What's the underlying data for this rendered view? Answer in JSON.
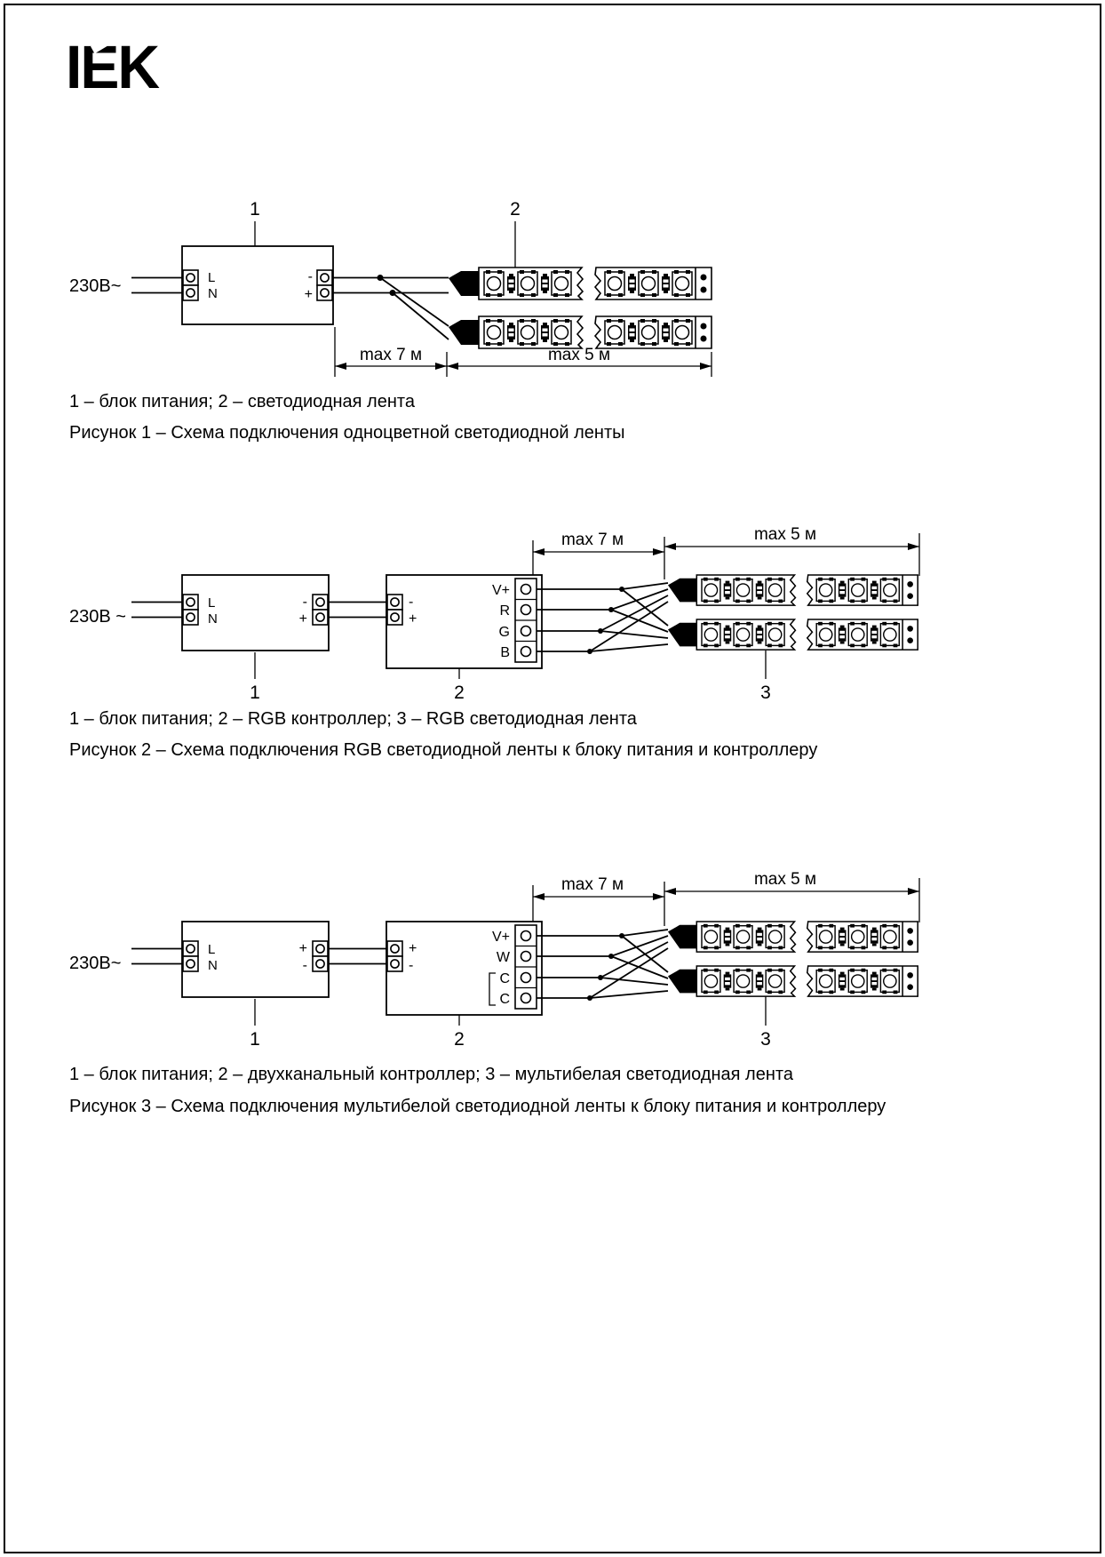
{
  "logo": {
    "text": "IEK"
  },
  "colors": {
    "ink": "#000000",
    "paper": "#ffffff"
  },
  "fig1": {
    "callout_1": "1",
    "callout_2": "2",
    "voltage": "230В~",
    "terminal_l": "L",
    "terminal_n": "N",
    "output_top": "-",
    "output_bottom": "+",
    "dim_supply": "max 7 м",
    "dim_strip": "max 5 м",
    "legend": "1 – блок питания; 2 – светодиодная лента",
    "caption": "Рисунок 1 – Схема подключения одноцветной светодиодной ленты"
  },
  "fig2": {
    "callout_1": "1",
    "callout_2": "2",
    "callout_3": "3",
    "voltage": "230В ~",
    "terminal_l": "L",
    "terminal_n": "N",
    "psu_out_top": "-",
    "psu_out_bottom": "+",
    "ctrl_in_top": "-",
    "ctrl_in_bottom": "+",
    "channel_1": "V+",
    "channel_2": "R",
    "channel_3": "G",
    "channel_4": "B",
    "dim_supply": "max 7 м",
    "dim_strip": "max 5 м",
    "legend": "1 – блок питания; 2 – RGB контроллер; 3 – RGB светодиодная лента",
    "caption": "Рисунок 2 – Схема подключения RGB светодиодной ленты к блоку питания и контроллеру"
  },
  "fig3": {
    "callout_1": "1",
    "callout_2": "2",
    "callout_3": "3",
    "voltage": "230В~",
    "terminal_l": "L",
    "terminal_n": "N",
    "psu_out_top": "+",
    "psu_out_bottom": "-",
    "ctrl_in_top": "+",
    "ctrl_in_bottom": "-",
    "channel_1": "V+",
    "channel_2": "W",
    "channel_3": "C",
    "channel_4": "C",
    "dim_supply": "max 7 м",
    "dim_strip": "max 5 м",
    "legend": "1 – блок питания; 2 – двухканальный контроллер; 3 – мультибелая светодиодная лента",
    "caption": "Рисунок 3 – Схема подключения мультибелой светодиодной ленты к блоку питания и контроллеру"
  }
}
